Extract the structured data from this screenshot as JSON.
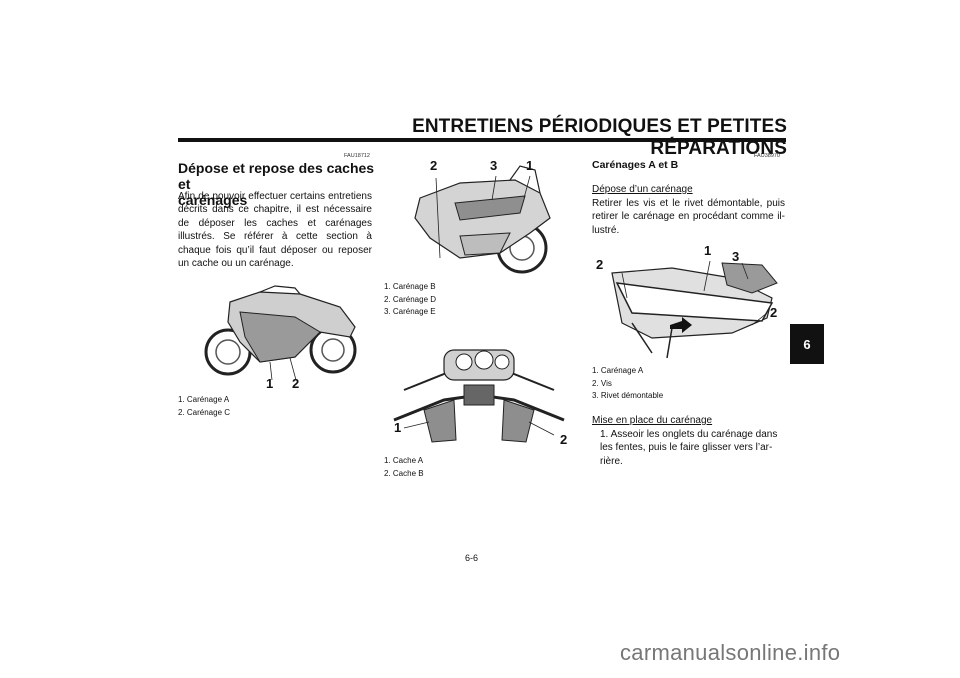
{
  "header": {
    "title": "ENTRETIENS PÉRIODIQUES ET PETITES RÉPARATIONS"
  },
  "chapter_tab": "6",
  "page_number": "6-6",
  "col1": {
    "code": "FAU18712",
    "heading_line1": "Dépose et repose des caches et",
    "heading_line2": "carénages",
    "paragraph": "Afin de pouvoir effectuer certains entretiens décrits dans ce chapitre, il est nécessaire de déposer les caches et carénages illustrés. Se référer à cette section à chaque fois qu’il faut déposer ou reposer un cache ou un carénage.",
    "figure_callouts": [
      "1",
      "2"
    ],
    "captions": [
      "1. Carénage A",
      "2. Carénage C"
    ]
  },
  "col2": {
    "figure1_callouts": [
      "2",
      "3",
      "1"
    ],
    "captions1": [
      "1. Carénage B",
      "2. Carénage D",
      "3. Carénage E"
    ],
    "figure2_callouts": [
      "1",
      "2"
    ],
    "captions2": [
      "1. Cache A",
      "2. Cache B"
    ]
  },
  "col3": {
    "code": "FAU38970",
    "heading": "Carénages A et B",
    "sub1": "Dépose d’un carénage",
    "paragraph": "Retirer les vis et le rivet démontable, puis retirer le carénage en procédant comme il-lustré.",
    "figure_callouts": [
      "2",
      "1",
      "3",
      "2"
    ],
    "captions": [
      "1. Carénage A",
      "2. Vis",
      "3. Rivet démontable"
    ],
    "sub2": "Mise en place du carénage",
    "step1": "1. Asseoir les onglets du carénage dans les fentes, puis le faire glisser vers l’ar-rière."
  },
  "watermark": "carmanualsonline.info"
}
